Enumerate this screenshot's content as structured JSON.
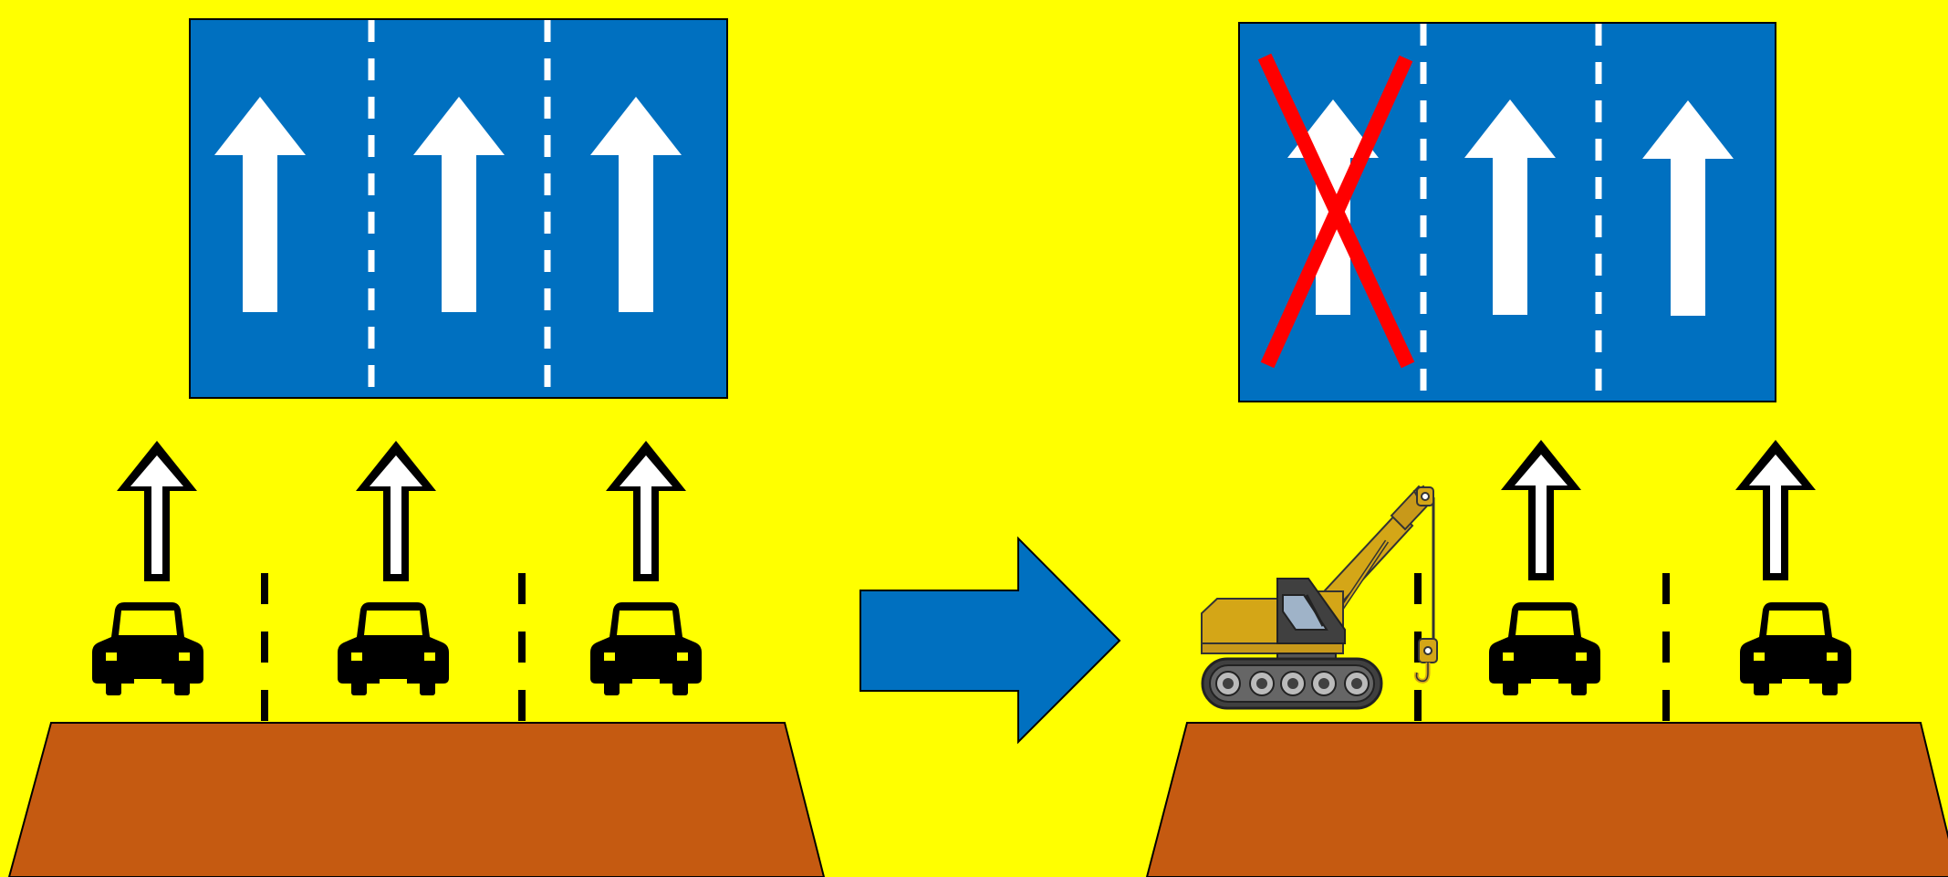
{
  "colors": {
    "background": "#FFFF00",
    "sign_blue": "#0070C0",
    "ground": "#C55A11",
    "vehicle": "#000000",
    "cross": "#FF0000",
    "crane_body": "#D4A617",
    "crane_dark": "#404040"
  },
  "before": {
    "sign_lanes": 3,
    "closed_lanes": [],
    "vehicles": [
      "car-icon",
      "car-icon",
      "car-icon"
    ]
  },
  "transition": {
    "icon": "right-arrow-icon"
  },
  "after": {
    "sign_lanes": 3,
    "closed_lanes": [
      1
    ],
    "vehicles": [
      "crane-icon",
      "car-icon",
      "car-icon"
    ]
  }
}
